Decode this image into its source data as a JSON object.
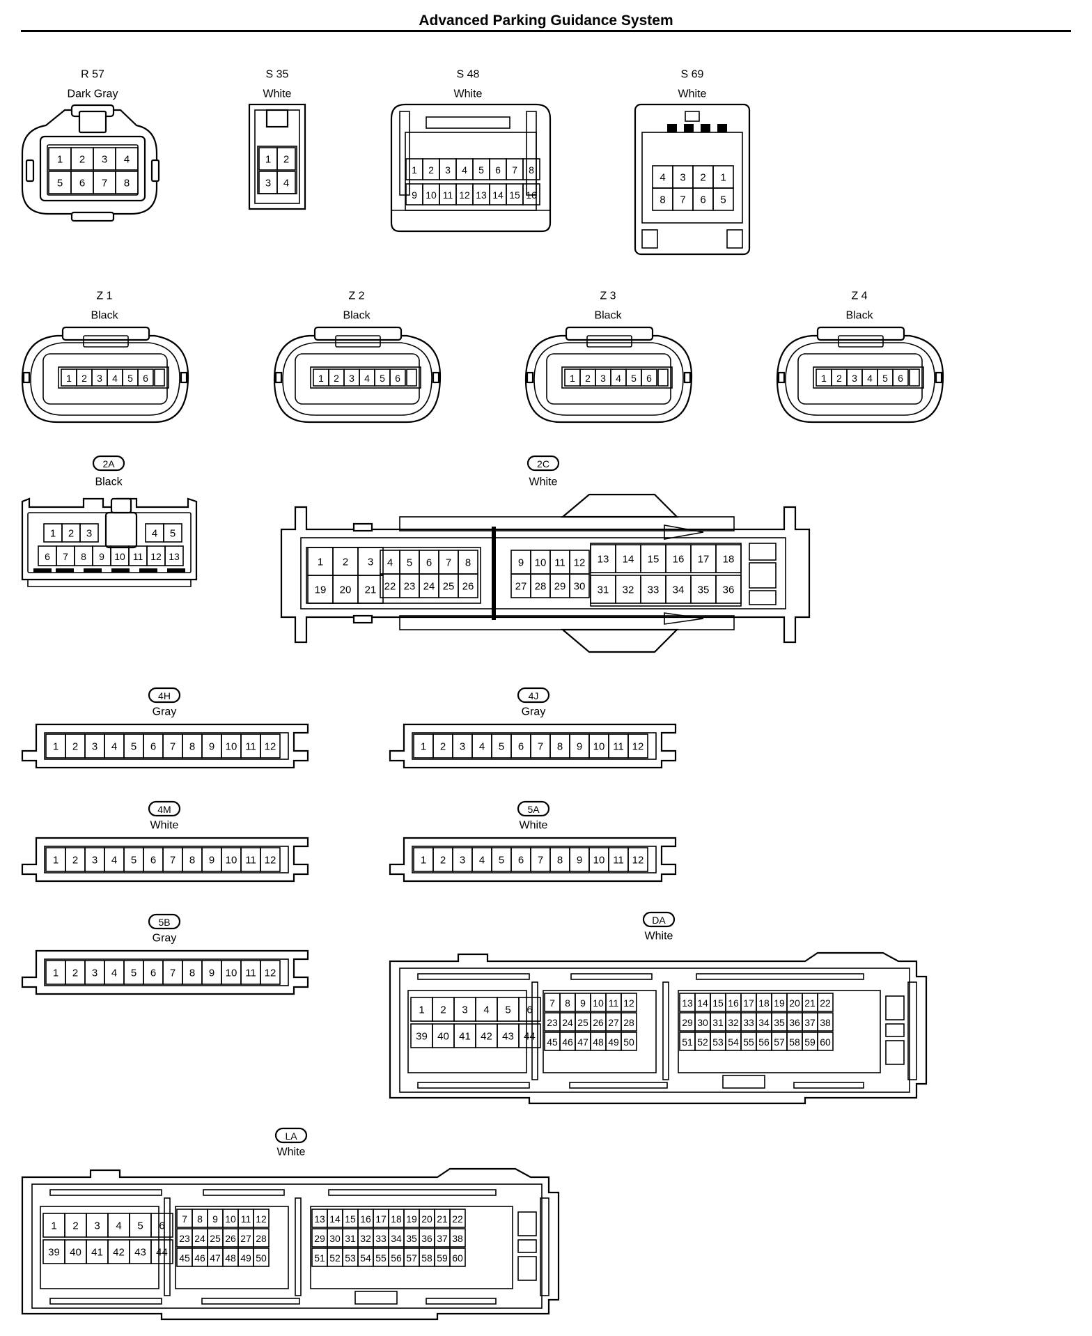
{
  "title": "Advanced Parking Guidance System",
  "colors": {
    "line": "#000000",
    "background": "#ffffff"
  },
  "connectors": [
    {
      "id": "R 57",
      "style": "plain",
      "color": "Dark Gray",
      "shape": "rounded-8"
    },
    {
      "id": "S 35",
      "style": "plain",
      "color": "White",
      "shape": "small-4"
    },
    {
      "id": "S 48",
      "style": "plain",
      "color": "White",
      "shape": "rect-16"
    },
    {
      "id": "S 69",
      "style": "plain",
      "color": "White",
      "shape": "rect-8-reversed"
    },
    {
      "id": "Z 1",
      "style": "plain",
      "color": "Black",
      "shape": "oval-6"
    },
    {
      "id": "Z 2",
      "style": "plain",
      "color": "Black",
      "shape": "oval-6"
    },
    {
      "id": "Z 3",
      "style": "plain",
      "color": "Black",
      "shape": "oval-6"
    },
    {
      "id": "Z 4",
      "style": "plain",
      "color": "Black",
      "shape": "oval-6"
    },
    {
      "id": "2A",
      "style": "badge",
      "color": "Black",
      "shape": "block-13"
    },
    {
      "id": "2C",
      "style": "badge",
      "color": "White",
      "shape": "long-36"
    },
    {
      "id": "4H",
      "style": "badge",
      "color": "Gray",
      "shape": "strip-12"
    },
    {
      "id": "4J",
      "style": "badge",
      "color": "Gray",
      "shape": "strip-12"
    },
    {
      "id": "4M",
      "style": "badge",
      "color": "White",
      "shape": "strip-12"
    },
    {
      "id": "5A",
      "style": "badge",
      "color": "White",
      "shape": "strip-12"
    },
    {
      "id": "5B",
      "style": "badge",
      "color": "Gray",
      "shape": "strip-12"
    },
    {
      "id": "DA",
      "style": "badge",
      "color": "White",
      "shape": "ecu-60"
    },
    {
      "id": "LA",
      "style": "badge",
      "color": "White",
      "shape": "ecu-60"
    }
  ]
}
